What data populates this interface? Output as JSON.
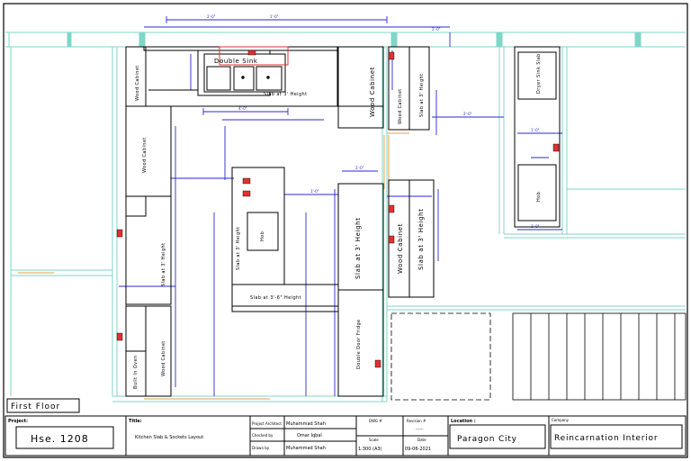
{
  "floor_label": "First Floor",
  "labels": {
    "double_sink": "Double Sink",
    "slab_top": "Slab at 3' Height",
    "wood_cabinet_1": "Wood Cabinet",
    "wood_cabinet_2": "Wood Cabinet",
    "wood_cabinet_3": "Wood Cabinet",
    "wood_cabinet_4": "Wood Cabinet",
    "slab_upper_right": "Slab at 3' Height",
    "slab_left": "Slab at 3' Height",
    "slab_island": "Slab at 3' Height",
    "hob_1": "Hob",
    "hob_2": "Hob",
    "slab_3_6": "Slab at 3'-6\" Height",
    "slab_mid_1": "Slab at 3' Height",
    "slab_mid_2": "Slab at 3' Height",
    "double_door_fridge": "Double Door Fridge",
    "built_in_oven": "Built In Oven",
    "dryer_sink": "Dryer Sink Slab"
  },
  "title_block": {
    "project_head": "Project:",
    "project": "Hse. 1208",
    "title_head": "Title:",
    "title": "Kitchen Slab & Sockets Layout",
    "project_architect_label": "Project Architect",
    "project_architect": "Muhammad Shah",
    "checked_by_label": "Checked by",
    "checked_by": "Omar Iqbal",
    "drawn_by_label": "Drawn by",
    "drawn_by": "Muhammad Shah",
    "dwg_label": "DWG #",
    "scale_label": "Scale",
    "scale": "1:300 (A3)",
    "revision_label": "Revision #",
    "revision": "------",
    "date_label": "Date",
    "date": "09-06-2021",
    "location_head": "Location :",
    "location": "Paragon City",
    "company_head": "Company",
    "company": "Reincarnation Interior"
  },
  "colors": {
    "wall": "#7fd6c9",
    "dimension": "#2a2ad0",
    "cabinet": "#000000",
    "highlight": "#e03030",
    "door": "#e8b070"
  }
}
